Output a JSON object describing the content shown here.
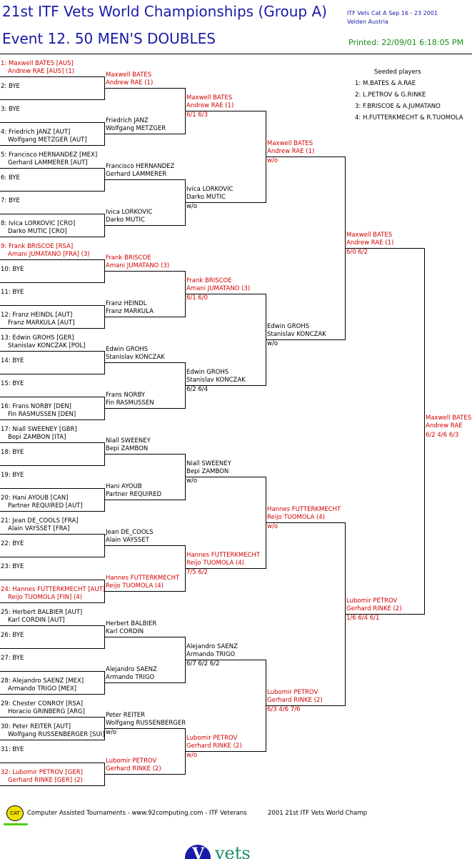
{
  "header": {
    "title": "21st ITF Vets World Championships (Group A)",
    "subtitle": "Event 12. 50 MEN'S DOUBLES",
    "meta_line1": "ITF Vets Cat A   Sep 16 - 23 2001",
    "meta_line2": "Velden    Austria",
    "printed": "Printed: 22/09/01 6:18:05 PM"
  },
  "seeds": {
    "title": "Seeded players",
    "items": [
      "1: M.BATES & A.RAE",
      "2: L.PETROV & G.RINKE",
      "3: F.BRISCOE & A.JUMATANO",
      "4: H.FUTTERKMECHT & R.TUOMOLA"
    ]
  },
  "draw": [
    [
      "1: Maxwell BATES [AUS]",
      "Andrew RAE [AUS] (1)"
    ],
    [
      "2: BYE",
      ""
    ],
    [
      "3: BYE",
      ""
    ],
    [
      "4: Friedrich JANZ [AUT]",
      "Wolfgang METZGER [AUT]"
    ],
    [
      "5: Francisco HERNANDEZ [MEX]",
      "Gerhard LAMMERER [AUT]"
    ],
    [
      "6: BYE",
      ""
    ],
    [
      "7: BYE",
      ""
    ],
    [
      "8: Ivica LORKOVIC [CRO]",
      "Darko MUTIC [CRO]"
    ],
    [
      "9: Frank BRISCOE [RSA]",
      "Amani JUMATANO [FRA] (3)"
    ],
    [
      "10: BYE",
      ""
    ],
    [
      "11: BYE",
      ""
    ],
    [
      "12: Franz HEINDL [AUT]",
      "Franz MARKULA [AUT]"
    ],
    [
      "13: Edwin GROHS [GER]",
      "Stanislav KONCZAK [POL]"
    ],
    [
      "14: BYE",
      ""
    ],
    [
      "15: BYE",
      ""
    ],
    [
      "16: Frans NORBY [DEN]",
      "Fin RASMUSSEN [DEN]"
    ],
    [
      "17: Niall SWEENEY [GBR]",
      "Bepi ZAMBON [ITA]"
    ],
    [
      "18: BYE",
      ""
    ],
    [
      "19: BYE",
      ""
    ],
    [
      "20: Hani AYOUB [CAN]",
      "Partner REQUIRED [AUT]"
    ],
    [
      "21: Jean DE_COOLS [FRA]",
      "Alain VAYSSET [FRA]"
    ],
    [
      "22: BYE",
      ""
    ],
    [
      "23: BYE",
      ""
    ],
    [
      "24: Hannes FUTTERKMECHT [AUT]",
      "Reijo TUOMOLA [FIN] (4)"
    ],
    [
      "25: Herbert BALBIER [AUT]",
      "Karl CORDIN [AUT]"
    ],
    [
      "26: BYE",
      ""
    ],
    [
      "27: BYE",
      ""
    ],
    [
      "28: Alejandro SAENZ [MEX]",
      "Armando TRIGO [MEX]"
    ],
    [
      "29: Chester CONROY [RSA]",
      "Horacio GRINBERG [ARG]"
    ],
    [
      "30: Peter REITER [AUT]",
      "Wolfgang RUSSENBERGER [SUI]"
    ],
    [
      "31: BYE",
      ""
    ],
    [
      "32: Lubomir PETROV [GER]",
      "Gerhard RINKE [GER] (2)"
    ]
  ],
  "draw_red": [
    0,
    8,
    23,
    31
  ],
  "rounds": [
    [
      [
        "Maxwell BATES",
        "Andrew RAE (1)",
        ""
      ],
      [
        "Friedrich JANZ",
        "Wolfgang METZGER",
        ""
      ],
      [
        "Francisco HERNANDEZ",
        "Gerhard LAMMERER",
        ""
      ],
      [
        "Ivica LORKOVIC",
        "Darko MUTIC",
        ""
      ],
      [
        "Frank BRISCOE",
        "Amani JUMATANO (3)",
        ""
      ],
      [
        "Franz HEINDL",
        "Franz MARKULA",
        ""
      ],
      [
        "Edwin GROHS",
        "Stanislav KONCZAK",
        ""
      ],
      [
        "Frans NORBY",
        "Fin RASMUSSEN",
        ""
      ],
      [
        "Niall SWEENEY",
        "Bepi ZAMBON",
        ""
      ],
      [
        "Hani AYOUB",
        "Partner REQUIRED",
        ""
      ],
      [
        "Jean DE_COOLS",
        "Alain VAYSSET",
        ""
      ],
      [
        "Hannes FUTTERKMECHT",
        "Reijo TUOMOLA (4)",
        ""
      ],
      [
        "Herbert BALBIER",
        "Karl CORDIN",
        ""
      ],
      [
        "Alejandro SAENZ",
        "Armando TRIGO",
        ""
      ],
      [
        "Peter REITER",
        "Wolfgang RUSSENBERGER",
        "w/o"
      ],
      [
        "Lubomir PETROV",
        "Gerhard RINKE (2)",
        ""
      ]
    ],
    [
      [
        "Maxwell BATES",
        "Andrew RAE (1)",
        "6/1 6/3"
      ],
      [
        "Ivica LORKOVIC",
        "Darko MUTIC",
        "w/o"
      ],
      [
        "Frank BRISCOE",
        "Amani JUMATANO (3)",
        "6/1 6/0"
      ],
      [
        "Edwin GROHS",
        "Stanislav KONCZAK",
        "6/2 6/4"
      ],
      [
        "Niall SWEENEY",
        "Bepi ZAMBON",
        "w/o"
      ],
      [
        "Hannes FUTTERKMECHT",
        "Reijo TUOMOLA (4)",
        "7/5 6/2"
      ],
      [
        "Alejandro SAENZ",
        "Armando TRIGO",
        "6/7 6/2 6/2"
      ],
      [
        "Lubomir PETROV",
        "Gerhard RINKE (2)",
        "w/o"
      ]
    ],
    [
      [
        "Maxwell BATES",
        "Andrew RAE (1)",
        "w/o"
      ],
      [
        "Edwin GROHS",
        "Stanislav KONCZAK",
        "w/o"
      ],
      [
        "Hannes FUTTERKMECHT",
        "Reijo TUOMOLA (4)",
        "w/o"
      ],
      [
        "Lubomir PETROV",
        "Gerhard RINKE (2)",
        "6/3 4/6 7/6"
      ]
    ],
    [
      [
        "Maxwell BATES",
        "Andrew RAE (1)",
        "6/0 6/2"
      ],
      [
        "Lubomir PETROV",
        "Gerhard RINKE (2)",
        "1/6 6/4 6/1"
      ]
    ],
    [
      [
        "Maxwell BATES (1)",
        "Andrew RAE",
        "6/2 4/6 6/3"
      ]
    ]
  ],
  "rounds_red": [
    [
      0,
      4,
      11,
      15
    ],
    [
      0,
      2,
      5,
      7
    ],
    [
      0,
      2,
      3
    ],
    [
      0,
      1
    ],
    [
      0
    ]
  ],
  "footer": {
    "logo_text": "CAT",
    "left": "Computer Assisted Tournaments - www.92computing.com -  ITF Veterans",
    "right": "2001 21st ITF Vets World Champ",
    "vets_logo": "vets"
  },
  "colors": {
    "title_blue": "#1a1aa8",
    "seed_red": "#d10000",
    "printed_green": "#1a8c1a"
  }
}
